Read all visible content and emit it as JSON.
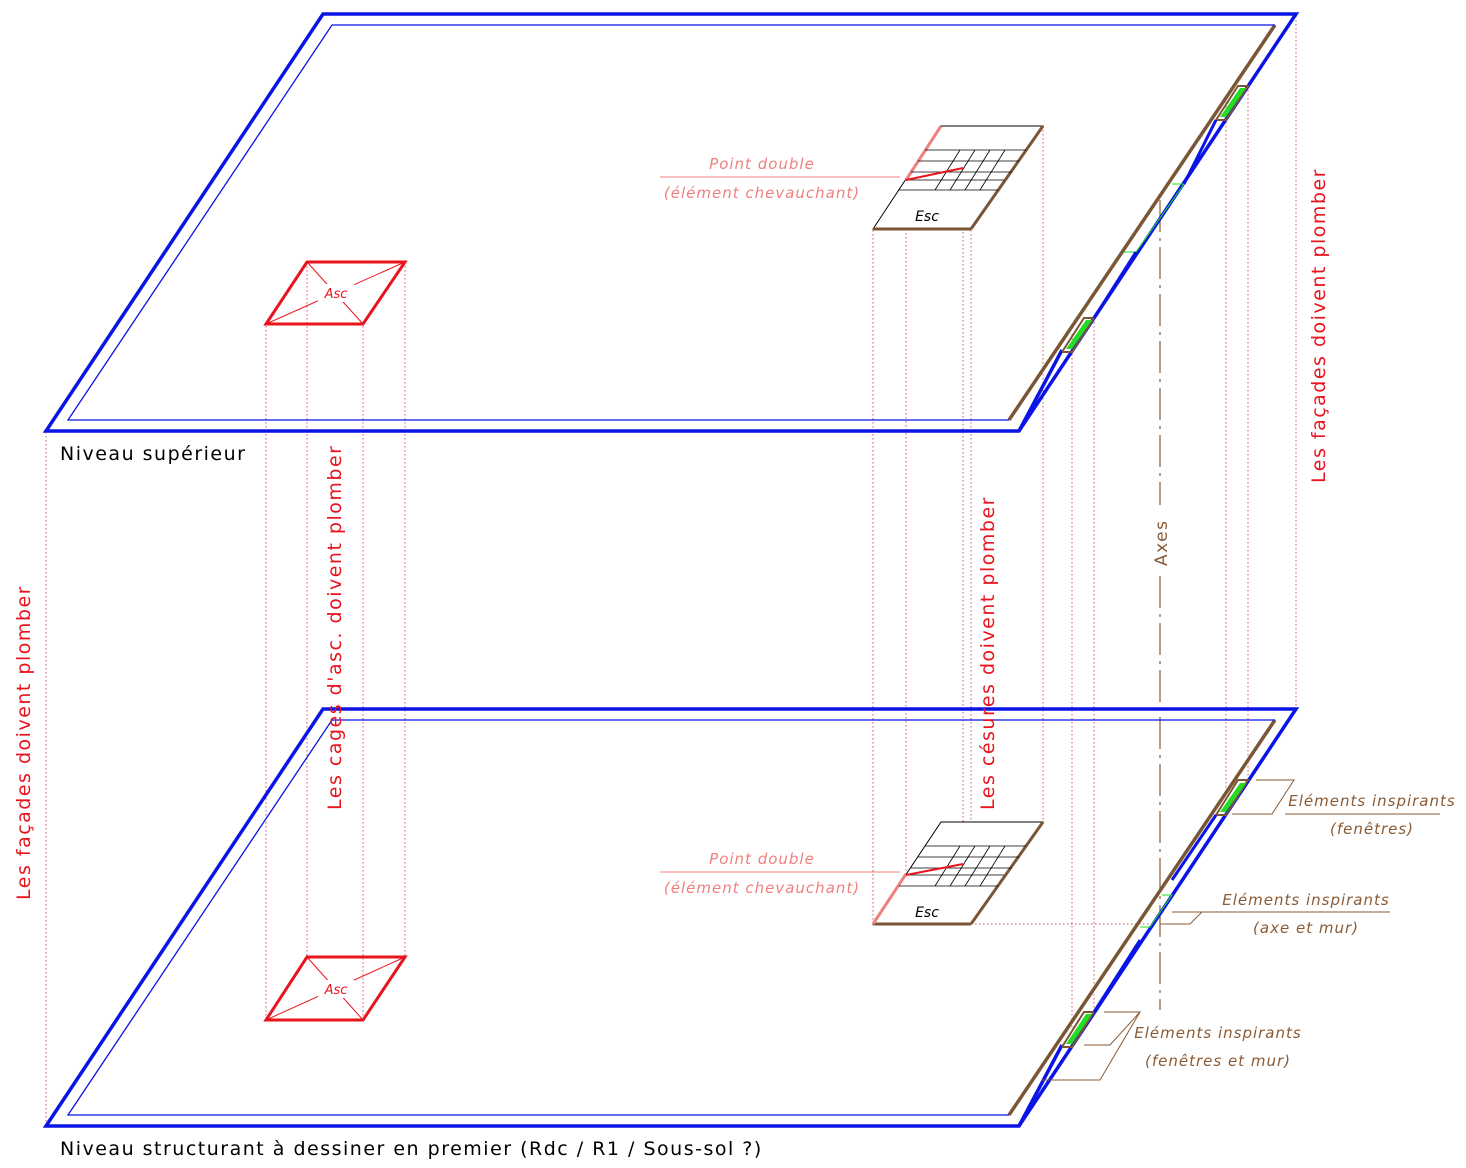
{
  "levels": {
    "upper": "Niveau supérieur",
    "structuring": "Niveau structurant à dessiner en premier (Rdc / R1 / Sous-sol ?)"
  },
  "rules": {
    "facades_left": "Les façades doivent plomber",
    "facades_right": "Les façades doivent plomber",
    "elevator_cages": "Les cages d'asc. doivent plomber",
    "breaks": "Les césures doivent plomber"
  },
  "axes_label": "Axes",
  "elements": {
    "stair": "Esc",
    "elevator": "Asc"
  },
  "callouts": {
    "point_double_title": "Point double",
    "point_double_sub": "(élément chevauchant)",
    "inspiring_title": "Eléments inspirants",
    "windows": "(fenêtres)",
    "axis_wall": "(axe et mur)",
    "windows_wall": "(fenêtres et mur)"
  },
  "colors": {
    "slab_edge": "#0a14e6",
    "facade_wall": "#7a5636",
    "window": "#22dd22",
    "elevator": "#e8141e",
    "projection": "#d0506a",
    "callout_pink": "#f07f7f",
    "callout_brown": "#8a5a34"
  }
}
